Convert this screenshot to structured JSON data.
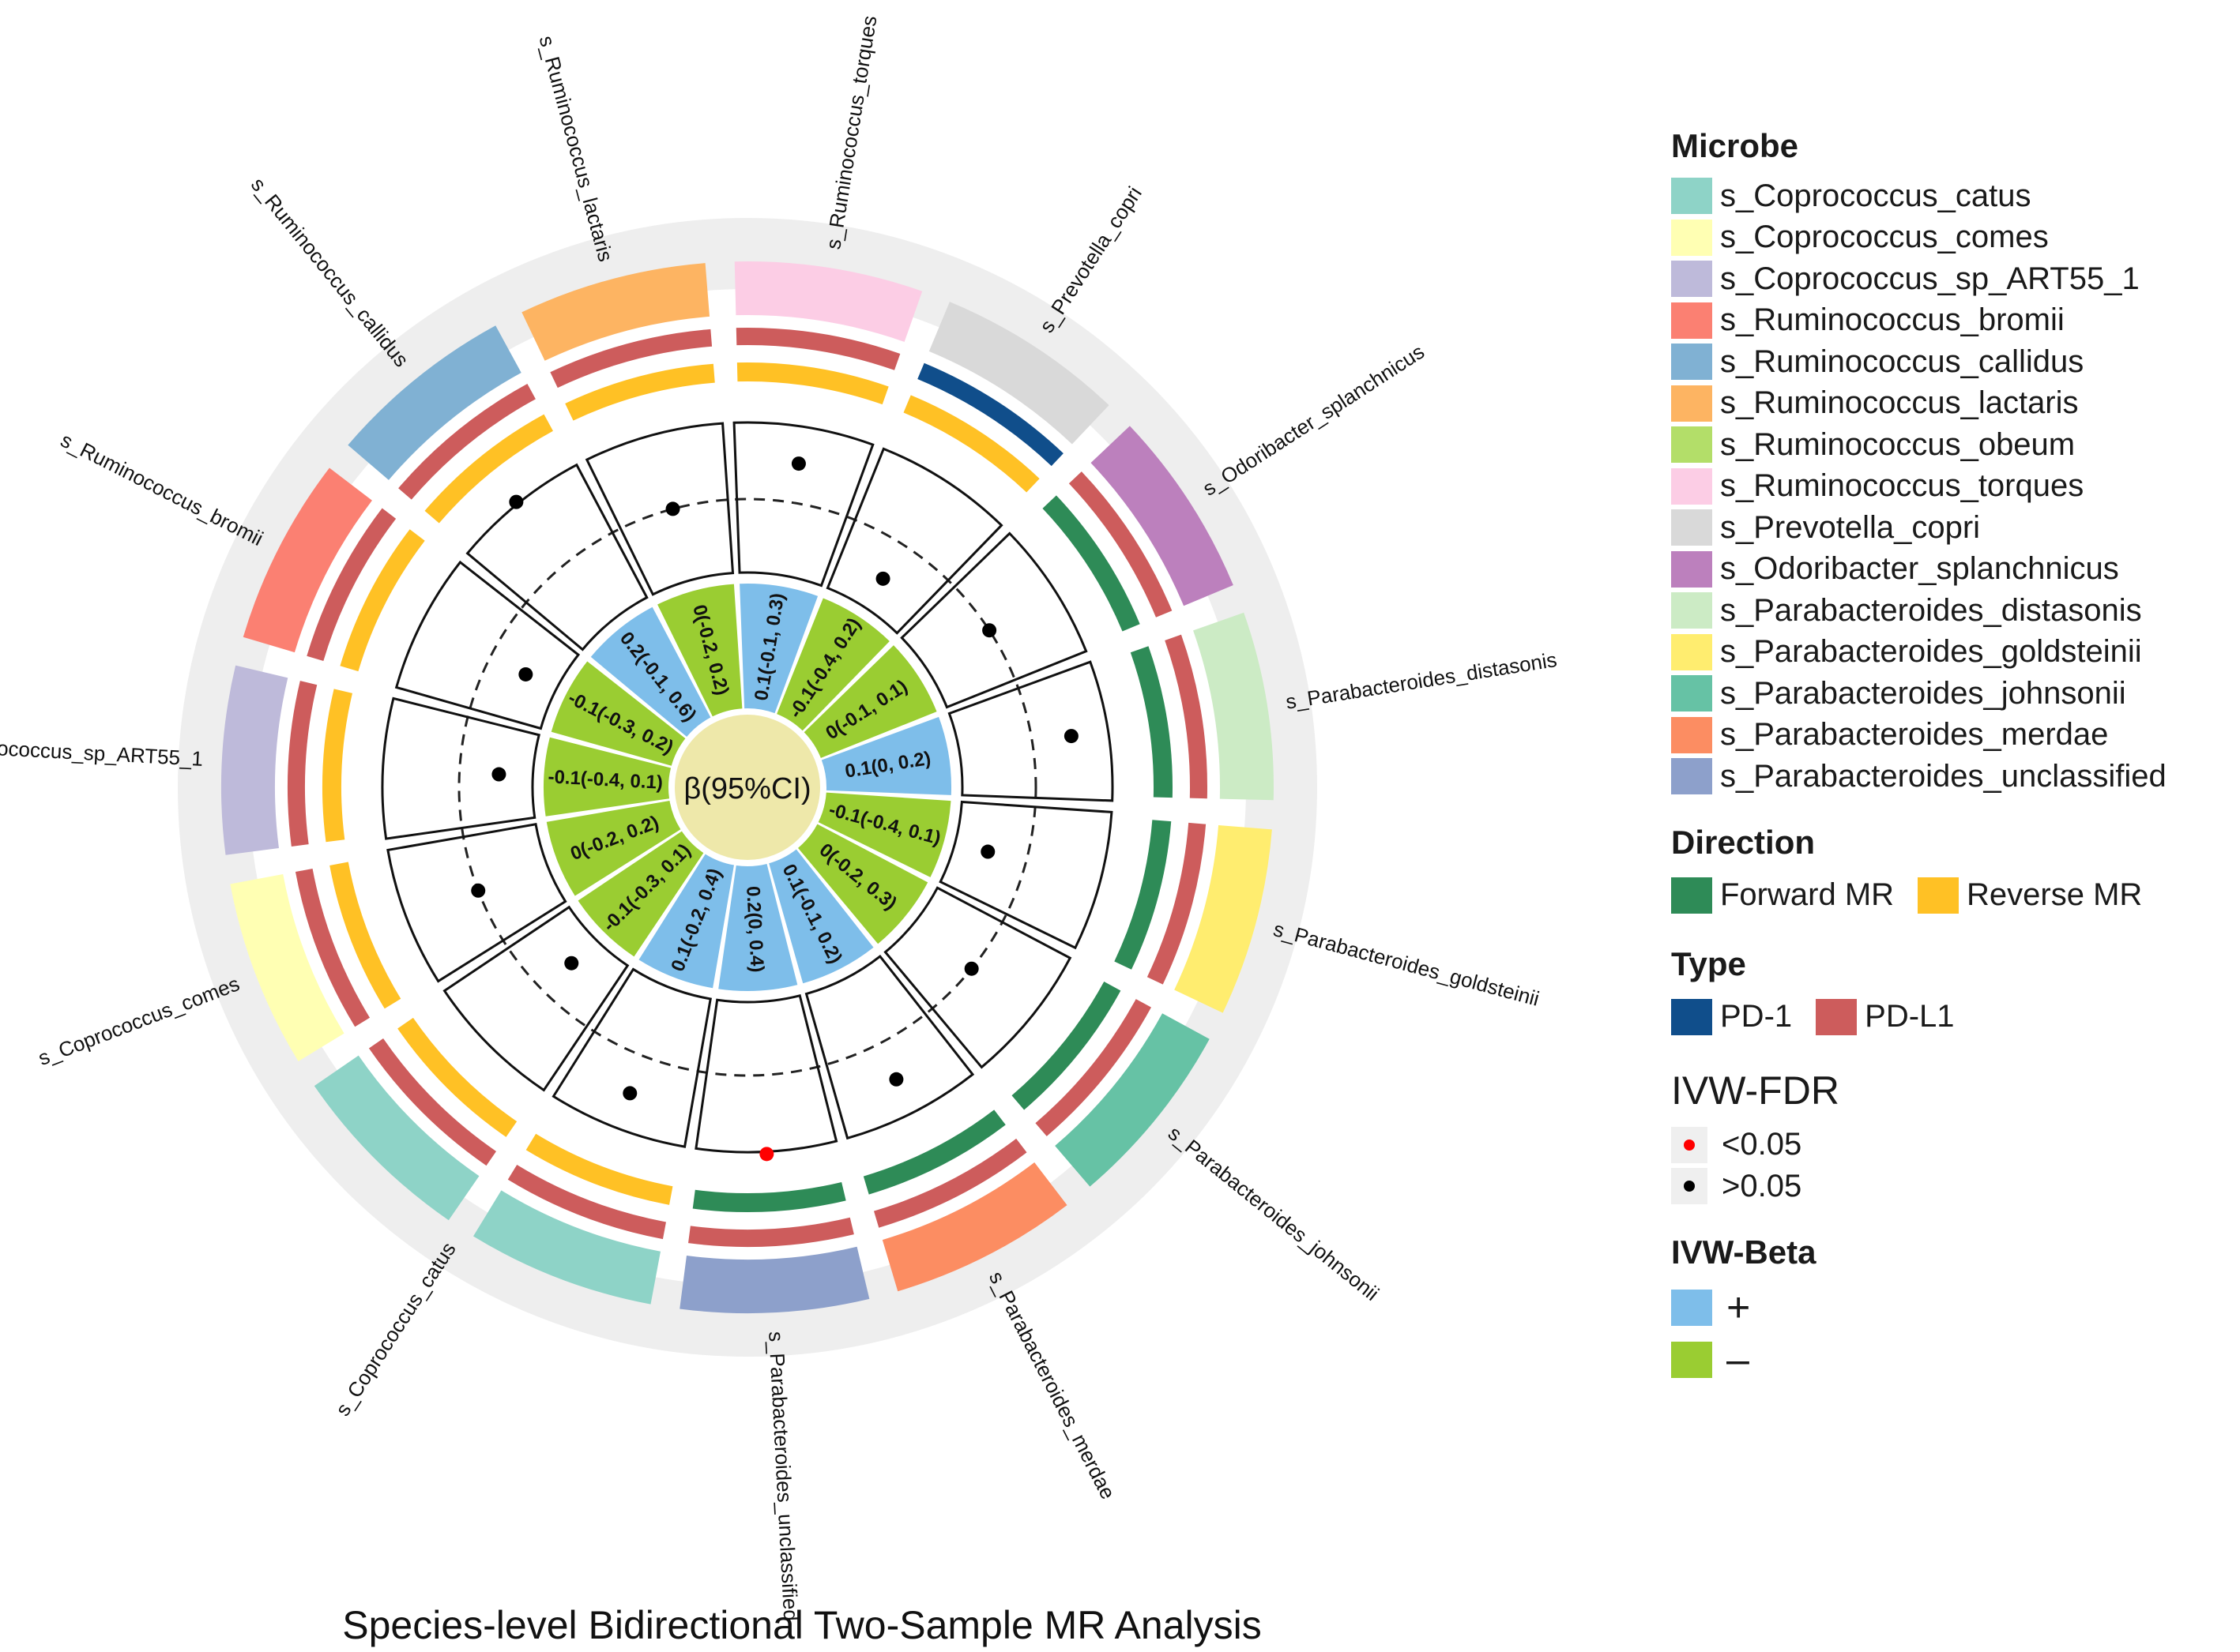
{
  "chart_data": {
    "type": "circular-heatmap",
    "title": "Species-level Bidirectional Two-Sample MR Analysis",
    "center_label": "β(95%CI)",
    "microbes": [
      {
        "name": "s_Coprococcus_catus",
        "color": "#8ED3C7"
      },
      {
        "name": "s_Coprococcus_comes",
        "color": "#FFFFB3"
      },
      {
        "name": "s_Coprococcus_sp_ART55_1",
        "color": "#BEBADA"
      },
      {
        "name": "s_Ruminococcus_bromii",
        "color": "#FB8072"
      },
      {
        "name": "s_Ruminococcus_callidus",
        "color": "#80B1D3"
      },
      {
        "name": "s_Ruminococcus_lactaris",
        "color": "#FDB462"
      },
      {
        "name": "s_Ruminococcus_obeum",
        "color": "#B3DE69"
      },
      {
        "name": "s_Ruminococcus_torques",
        "color": "#FCCDE5"
      },
      {
        "name": "s_Prevotella_copri",
        "color": "#D9D9D9"
      },
      {
        "name": "s_Odoribacter_splanchnicus",
        "color": "#BC80BD"
      },
      {
        "name": "s_Parabacteroides_distasonis",
        "color": "#CCEBC5"
      },
      {
        "name": "s_Parabacteroides_goldsteinii",
        "color": "#FFED6F"
      },
      {
        "name": "s_Parabacteroides_johnsonii",
        "color": "#66C2A5"
      },
      {
        "name": "s_Parabacteroides_merdae",
        "color": "#FC8D62"
      },
      {
        "name": "s_Parabacteroides_unclassified",
        "color": "#8DA0CB"
      }
    ],
    "directions": [
      {
        "name": "Forward MR",
        "color": "#2E8B57"
      },
      {
        "name": "Reverse MR",
        "color": "#FFC125"
      }
    ],
    "types": [
      {
        "name": "PD-1",
        "color": "#104E8B"
      },
      {
        "name": "PD-L1",
        "color": "#CD5C5C"
      }
    ],
    "fdr_levels": [
      {
        "name": "<0.05",
        "color": "#FF0000"
      },
      {
        "name": ">0.05",
        "color": "#000000"
      }
    ],
    "beta_signs": [
      {
        "name": "+",
        "color": "#7EBEEA"
      },
      {
        "name": "–",
        "color": "#9ACD32"
      }
    ],
    "rows": [
      {
        "label": "0.2(0, 0.4)",
        "beta": 0.2,
        "microbe": 14,
        "direction": 0,
        "type": 1,
        "fdr": 0
      },
      {
        "label": "0.1(-0.2, 0.4)",
        "beta": 0.1,
        "microbe": 0,
        "direction": 1,
        "type": 1,
        "fdr": 1
      },
      {
        "label": "-0.1(-0.3, 0.1)",
        "beta": -0.1,
        "microbe": 0,
        "direction": 1,
        "type": 1,
        "fdr": 1
      },
      {
        "label": "0(-0.2, 0.2)",
        "beta": 0,
        "microbe": 1,
        "direction": 1,
        "type": 1,
        "fdr": 1
      },
      {
        "label": "-0.1(-0.4, 0.1)",
        "beta": -0.1,
        "microbe": 2,
        "direction": 1,
        "type": 1,
        "fdr": 1
      },
      {
        "label": "-0.1(-0.3, 0.2)",
        "beta": -0.1,
        "microbe": 3,
        "direction": 1,
        "type": 1,
        "fdr": 1
      },
      {
        "label": "0.2(-0.1, 0.6)",
        "beta": 0.2,
        "microbe": 4,
        "direction": 1,
        "type": 1,
        "fdr": 1
      },
      {
        "label": "0(-0.2, 0.2)",
        "beta": 0,
        "microbe": 5,
        "direction": 1,
        "type": 1,
        "fdr": 1
      },
      {
        "label": "0.1(-0.1, 0.3)",
        "beta": 0.1,
        "microbe": 7,
        "direction": 1,
        "type": 1,
        "fdr": 1
      },
      {
        "label": "-0.1(-0.4, 0.2)",
        "beta": -0.1,
        "microbe": 8,
        "direction": 1,
        "type": 0,
        "fdr": 1
      },
      {
        "label": "0(-0.1, 0.1)",
        "beta": 0,
        "microbe": 9,
        "direction": 0,
        "type": 1,
        "fdr": 1
      },
      {
        "label": "0.1(0, 0.2)",
        "beta": 0.1,
        "microbe": 10,
        "direction": 0,
        "type": 1,
        "fdr": 1
      },
      {
        "label": "-0.1(-0.4, 0.1)",
        "beta": -0.1,
        "microbe": 11,
        "direction": 0,
        "type": 1,
        "fdr": 1
      },
      {
        "label": "0(-0.2, 0.3)",
        "beta": 0,
        "microbe": 12,
        "direction": 0,
        "type": 1,
        "fdr": 1
      },
      {
        "label": "0.1(-0.1, 0.2)",
        "beta": 0.1,
        "microbe": 13,
        "direction": 0,
        "type": 1,
        "fdr": 1
      }
    ]
  },
  "legend": {
    "microbe_title": "Microbe",
    "direction_title": "Direction",
    "type_title": "Type",
    "fdr_title": "IVW-FDR",
    "beta_title": "IVW-Beta"
  }
}
